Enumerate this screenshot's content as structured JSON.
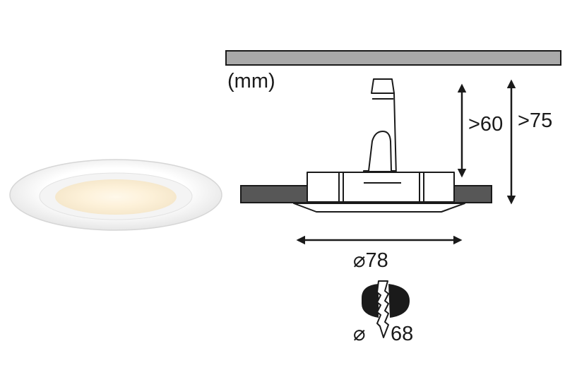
{
  "unit_label": "(mm)",
  "dimensions": {
    "min_depth_short": ">60",
    "min_depth_long": ">75",
    "outer_diameter": "⌀78",
    "cutout_symbol": "⌀",
    "cutout_diameter": "68"
  },
  "colors": {
    "line": "#1a1a1a",
    "ceiling_grey": "#a9a9a9",
    "panel_dark": "#575757",
    "fixture_white": "#ffffff",
    "lamp_glow": "#fdf3dd"
  }
}
